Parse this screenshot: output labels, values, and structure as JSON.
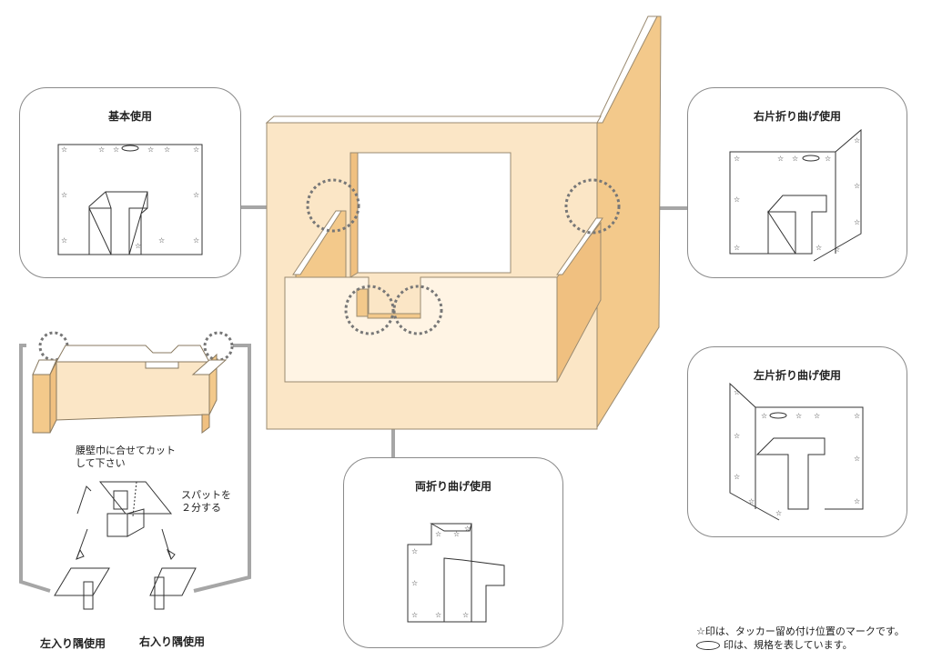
{
  "panels": {
    "basic": {
      "title": "基本使用"
    },
    "right_bend": {
      "title": "右片折り曲げ使用"
    },
    "left_bend": {
      "title": "左片折り曲げ使用"
    },
    "both_bend": {
      "title": "両折り曲げ使用"
    }
  },
  "corner_box": {
    "cut_note": "腰壁巾に合せてカット\nして下さい",
    "split_note": "スパットを\n２分する",
    "left_label": "左入り隅使用",
    "right_label": "右入り隅使用"
  },
  "legend": {
    "star_line": "☆印は、タッカー留め付け位置のマークです。",
    "oval_line": "印は、規格を表しています。"
  },
  "colors": {
    "wall": "#fbe6c6",
    "wall_side": "#f3c98b",
    "wall_dark": "#f0c080",
    "border": "#8a8a8a",
    "connector": "#a6a6a6",
    "marker": "#777777"
  }
}
